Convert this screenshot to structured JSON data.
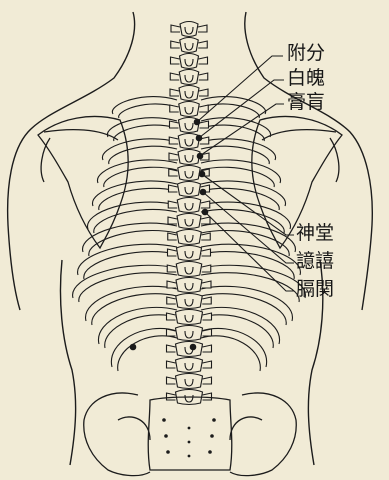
{
  "labels": {
    "fubun": "附分",
    "hakuhaku": "白魄",
    "koukou": "膏肓",
    "shindou": "神堂",
    "iki": "譩譆",
    "kakukan": "膈関"
  },
  "colors": {
    "background": "#f1ebd6",
    "ink": "#1c1c1c",
    "point": "#1a1a1a"
  }
}
